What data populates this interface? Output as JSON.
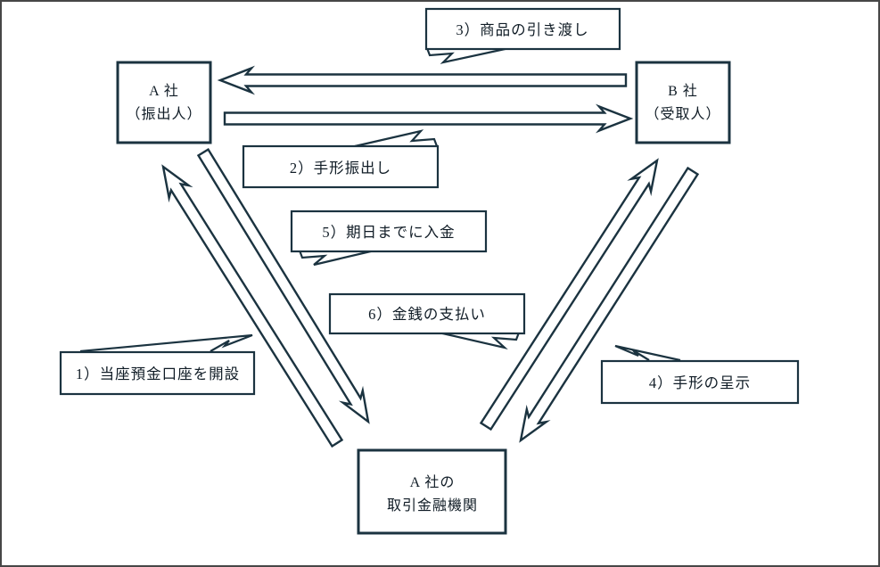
{
  "nodes": {
    "company_a": {
      "line1": "A 社",
      "line2": "（振出人）"
    },
    "company_b": {
      "line1": "B 社",
      "line2": "（受取人）"
    },
    "bank": {
      "line1": "A 社の",
      "line2": "取引金融機関"
    }
  },
  "callouts": {
    "c1": {
      "label": "1）当座預金口座を開設"
    },
    "c2": {
      "label": "2）手形振出し"
    },
    "c3": {
      "label": "3）商品の引き渡し"
    },
    "c4": {
      "label": "4）手形の呈示"
    },
    "c5": {
      "label": "5）期日までに入金"
    },
    "c6": {
      "label": "6）金銭の支払い"
    }
  },
  "colors": {
    "line": "#1b3340",
    "frame": "#474747",
    "text": "#101c26",
    "background": "#ffffff"
  }
}
